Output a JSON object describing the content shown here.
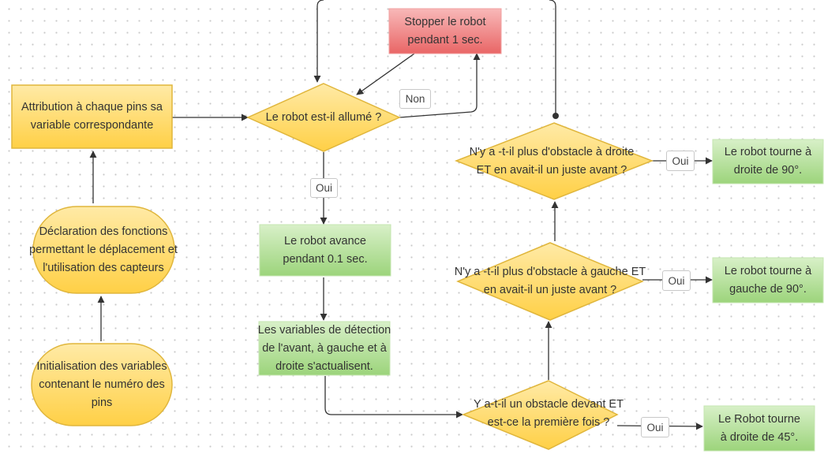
{
  "nodes": {
    "attribution": "Attribution à chaque pins sa variable correspondante",
    "declaration": "Déclaration des fonctions permettant le déplacement et l'utilisation des capteurs",
    "initialisation": "Initialisation des variables contenant le numéro des pins",
    "robot_allume": "Le robot est-il allumé ?",
    "stopper": "Stopper le robot pendant 1 sec.",
    "avance": "Le robot avance pendant 0.1 sec.",
    "variables": "Les variables de détection de l'avant, à gauche et à droite s'actualisent.",
    "obstacle_devant": "Y a-t-il un obstacle devant ET est-ce la première fois ?",
    "obstacle_gauche": "N'y a -t-il plus d'obstacle à gauche ET en avait-il un juste avant ?",
    "obstacle_droite": "N'y a -t-il plus d'obstacle à droite ET en avait-il un juste avant ?",
    "tourne_45": "Le Robot tourne à droite de 45°.",
    "tourne_gauche_90": "Le robot tourne à gauche de 90°.",
    "tourne_droite_90": "Le robot tourne à droite de 90°."
  },
  "edge_labels": {
    "non": "Non",
    "oui_allume": "Oui",
    "oui_devant": "Oui",
    "oui_gauche": "Oui",
    "oui_droite": "Oui"
  },
  "colors": {
    "yellow_top": "#FFE9A3",
    "yellow_bottom": "#FFD046",
    "yellow_stroke": "#E5B93A",
    "green_top": "#D6EFC4",
    "green_bottom": "#9ED67D",
    "red_top": "#F7B3B3",
    "red_bottom": "#EA6A6A",
    "line": "#333333"
  }
}
